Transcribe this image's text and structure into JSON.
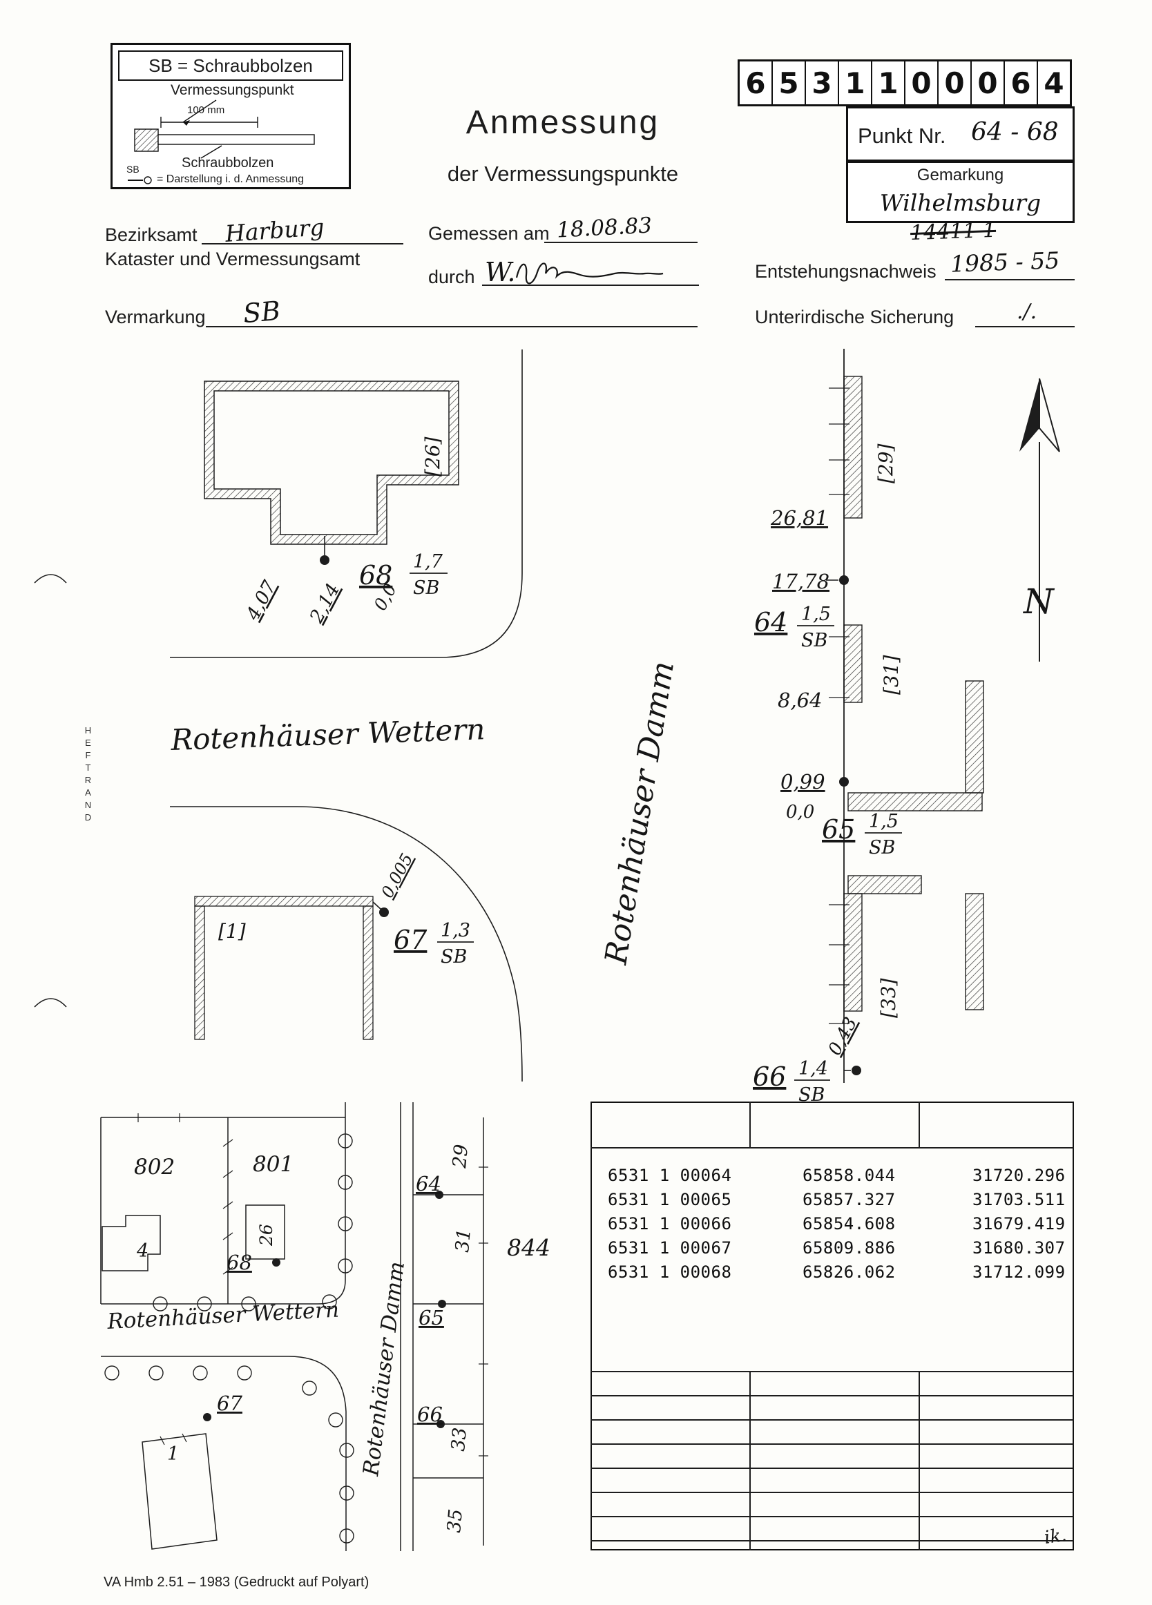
{
  "legend": {
    "title": "SB = Schraubbolzen",
    "vermessungspunkt": "Vermessungspunkt",
    "scale_label": "100 mm",
    "schraubbolzen": "Schraubbolzen",
    "sb_abbr": "SB",
    "darstellung": "= Darstellung i. d. Anmessung"
  },
  "title": {
    "main": "Anmessung",
    "sub": "der Vermessungspunkte"
  },
  "point_id": {
    "digits": [
      "6",
      "5",
      "3",
      "1",
      "1",
      "0",
      "0",
      "0",
      "6",
      "4"
    ]
  },
  "punkt": {
    "label": "Punkt Nr.",
    "value": "64 - 68"
  },
  "gemarkung": {
    "label": "Gemarkung",
    "value": "Wilhelmsburg",
    "crossed_entry": "14411 1"
  },
  "form": {
    "bezirksamt_label": "Bezirksamt",
    "bezirksamt_value": "Harburg",
    "kataster_label": "Kataster und Vermessungsamt",
    "gemessen_label": "Gemessen am",
    "gemessen_value": "18.08.83",
    "durch_label": "durch",
    "durch_value": "W.",
    "entstehung_label": "Entstehungsnachweis",
    "entstehung_value": "1985 - 55",
    "vermarkung_label": "Vermarkung",
    "vermarkung_value": "SB",
    "sicherung_label": "Unterirdische Sicherung",
    "sicherung_value": "./."
  },
  "sketch": {
    "heftrand": "HEFTRAND",
    "street_wettern": "Rotenhäuser Wettern",
    "street_damm": "Rotenhäuser Damm",
    "north_label": "N",
    "building_26": "[26]",
    "building_1": "[1]",
    "building_29": "[29]",
    "building_31": "[31]",
    "building_33": "[33]",
    "p68": {
      "no": "68",
      "frac_n": "1,7",
      "frac_d": "SB",
      "d1": "4,07",
      "d2": "2,14",
      "d3": "0,0"
    },
    "p67": {
      "no": "67",
      "frac_n": "1,3",
      "frac_d": "SB",
      "d1": "0,005"
    },
    "p64": {
      "no": "64",
      "frac_n": "1,5",
      "frac_d": "SB"
    },
    "p65": {
      "no": "65",
      "frac_n": "1,5",
      "frac_d": "SB"
    },
    "p66": {
      "no": "66",
      "frac_n": "1,4",
      "frac_d": "SB"
    },
    "ch_26_81": "26,81",
    "ch_17_78": "17,78",
    "ch_8_64": "8,64",
    "ch_0_99": "0,99",
    "ch_0_0": "0,0",
    "ch_0_43": "0,43"
  },
  "map": {
    "parcel_802": "802",
    "parcel_801": "801",
    "house_4": "4",
    "house_26": "26",
    "strip_29": "29",
    "strip_31": "31",
    "strip_33": "33",
    "strip_35": "35",
    "parcel_844": "844",
    "parcel_1": "1",
    "pt_68": "68",
    "pt_64": "64",
    "pt_65": "65",
    "pt_66": "66",
    "pt_67": "67",
    "street_wettern": "Rotenhäuser Wettern",
    "street_damm": "Rotenhäuser Damm"
  },
  "coord_table": {
    "rows": [
      {
        "id": "6531 1 00064",
        "rechts": "65858.044",
        "hoch": "31720.296"
      },
      {
        "id": "6531 1 00065",
        "rechts": "65857.327",
        "hoch": "31703.511"
      },
      {
        "id": "6531 1 00066",
        "rechts": "65854.608",
        "hoch": "31679.419"
      },
      {
        "id": "6531 1 00067",
        "rechts": "65809.886",
        "hoch": "31680.307"
      },
      {
        "id": "6531 1 00068",
        "rechts": "65826.062",
        "hoch": "31712.099"
      }
    ],
    "note": "ik."
  },
  "footer": "VA Hmb 2.51 – 1983 (Gedruckt auf Polyart)"
}
